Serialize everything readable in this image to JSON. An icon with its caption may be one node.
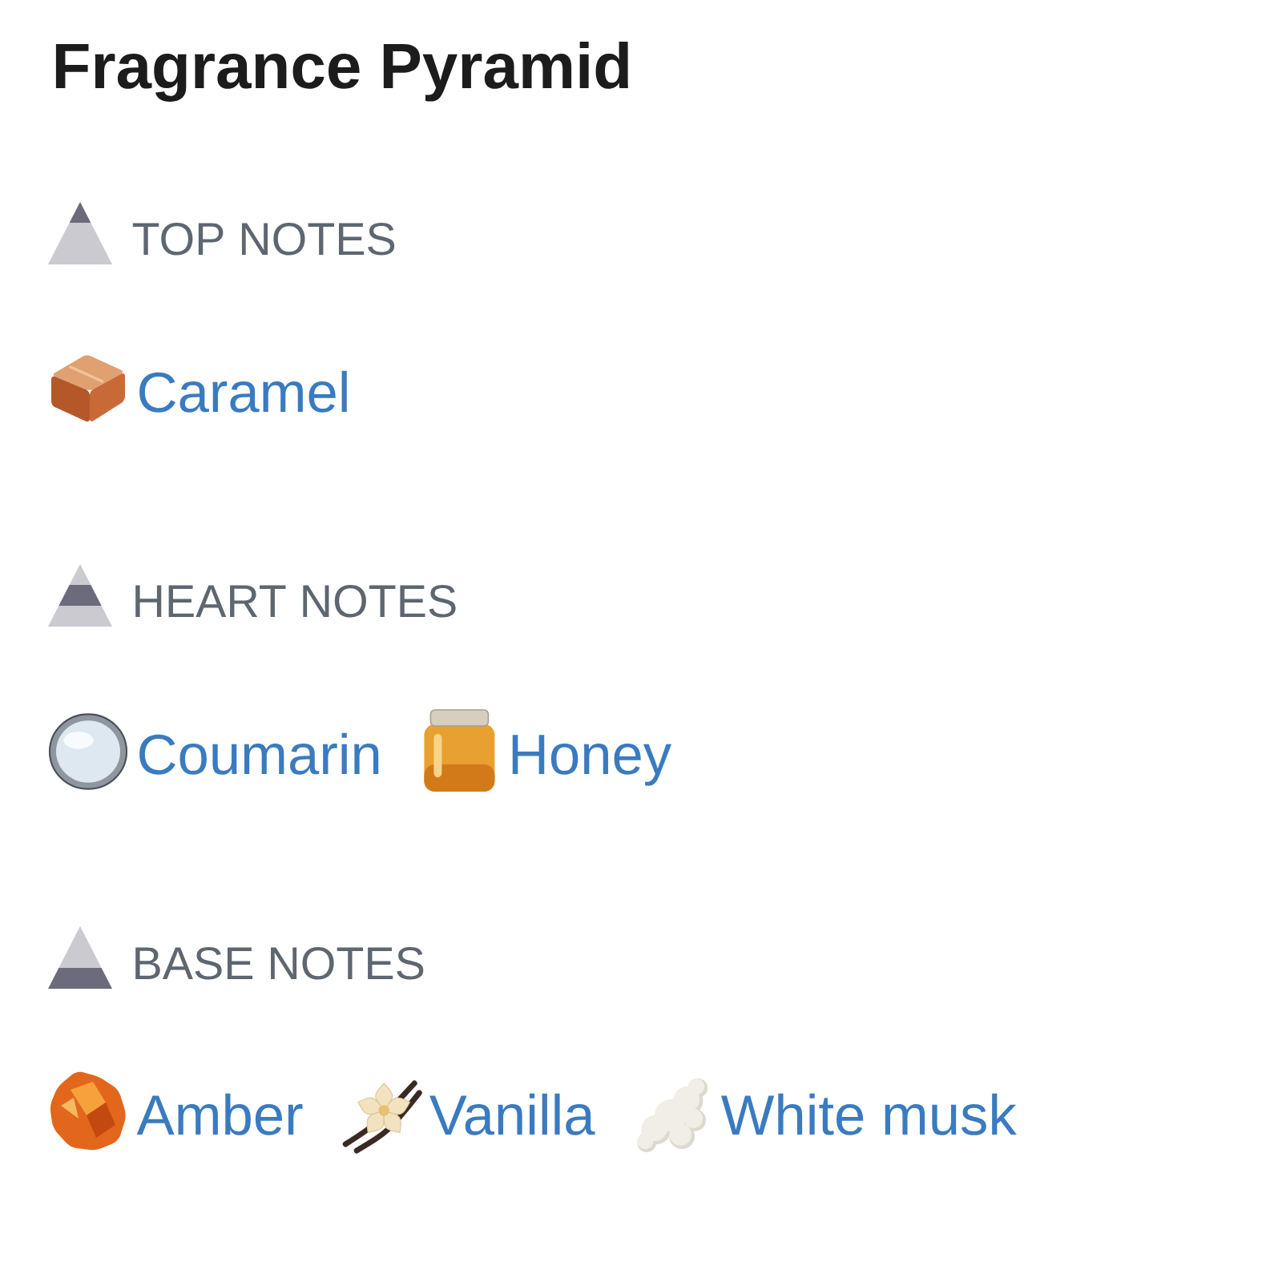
{
  "diagram": {
    "title": "Fragrance Pyramid",
    "labels": [
      "TOP NOTES",
      "Caramel",
      "HEART NOTES",
      "Coumarin",
      "Honey",
      "BASE NOTES",
      "Amber",
      "Vanilla",
      "White musk"
    ]
  }
}
